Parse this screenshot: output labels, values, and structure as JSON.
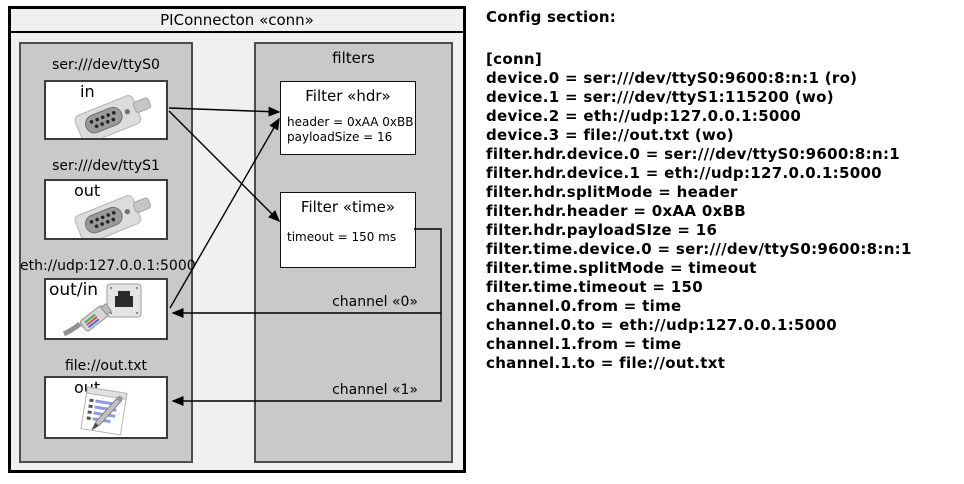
{
  "diagram": {
    "title": "PIConnecton «conn»",
    "colors": {
      "frame_bg": "#f0f0f0",
      "panel_gray": "#c9c9c9",
      "box_white": "#ffffff",
      "line_black": "#000000"
    },
    "devices": [
      {
        "label": "ser:///dev/ttyS0",
        "direction": "in",
        "icon": "serial-connector-icon"
      },
      {
        "label": "ser:///dev/ttyS1",
        "direction": "out",
        "icon": "serial-connector-icon"
      },
      {
        "label": "eth://udp:127.0.0.1:5000",
        "direction": "out/in",
        "icon": "ethernet-connector-icon"
      },
      {
        "label": "file://out.txt",
        "direction": "out",
        "icon": "notepad-pen-icon"
      }
    ],
    "filters_panel": {
      "title": "filters",
      "filters": [
        {
          "title": "Filter «hdr»",
          "params": [
            "header = 0xAA 0xBB",
            "payloadSize = 16"
          ]
        },
        {
          "title": "Filter «time»",
          "params": [
            "timeout = 150 ms"
          ]
        }
      ]
    },
    "channels": [
      {
        "label": "channel «0»"
      },
      {
        "label": "channel «1»"
      }
    ]
  },
  "config": {
    "heading": "Config section:",
    "lines": [
      "[conn]",
      "device.0 = ser:///dev/ttyS0:9600:8:n:1 (ro)",
      "device.1 = ser:///dev/ttyS1:115200 (wo)",
      "device.2 = eth://udp:127.0.0.1:5000",
      "device.3 = file://out.txt (wo)",
      "filter.hdr.device.0 = ser:///dev/ttyS0:9600:8:n:1",
      "filter.hdr.device.1 = eth://udp:127.0.0.1:5000",
      "filter.hdr.splitMode = header",
      "filter.hdr.header = 0xAA 0xBB",
      "filter.hdr.payloadSIze = 16",
      "filter.time.device.0 = ser:///dev/ttyS0:9600:8:n:1",
      "filter.time.splitMode = timeout",
      "filter.time.timeout = 150",
      "channel.0.from = time",
      "channel.0.to = eth://udp:127.0.0.1:5000",
      "channel.1.from = time",
      "channel.1.to = file://out.txt"
    ]
  }
}
